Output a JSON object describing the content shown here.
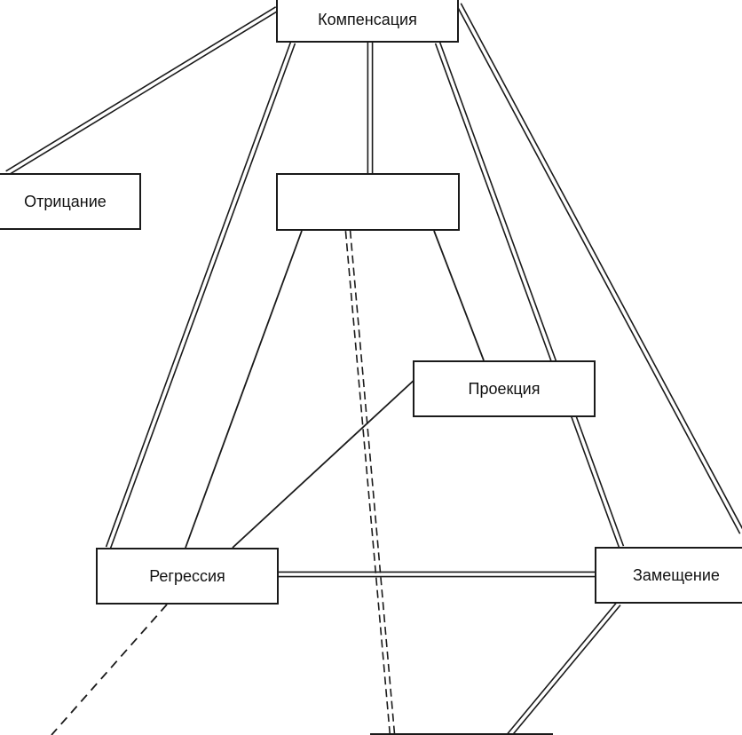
{
  "diagram": {
    "nodes": {
      "compensation": "Компенсация",
      "denial": "Отрицание",
      "center": "",
      "projection": "Проекция",
      "regression": "Регрессия",
      "substitution": "Замещение",
      "bottom": ""
    },
    "links": [
      {
        "from": "compensation",
        "to": "denial",
        "style": "double-solid"
      },
      {
        "from": "compensation",
        "to": "regression",
        "style": "double-solid"
      },
      {
        "from": "compensation",
        "to": "center",
        "style": "double-solid"
      },
      {
        "from": "compensation",
        "to": "substitution",
        "style": "double-solid"
      },
      {
        "from": "compensation",
        "to": "substitution",
        "style": "double-solid"
      },
      {
        "from": "center",
        "to": "regression",
        "style": "solid"
      },
      {
        "from": "center",
        "to": "bottom",
        "style": "double-dashed"
      },
      {
        "from": "center",
        "to": "projection",
        "style": "solid"
      },
      {
        "from": "projection",
        "to": "regression",
        "style": "solid"
      },
      {
        "from": "regression",
        "to": "substitution",
        "style": "double-solid"
      },
      {
        "from": "regression",
        "to": "bottom",
        "style": "dashed"
      },
      {
        "from": "substitution",
        "to": "bottom",
        "style": "double-solid"
      }
    ]
  },
  "colors": {
    "line": "#1a1a1a",
    "background": "#ffffff"
  }
}
